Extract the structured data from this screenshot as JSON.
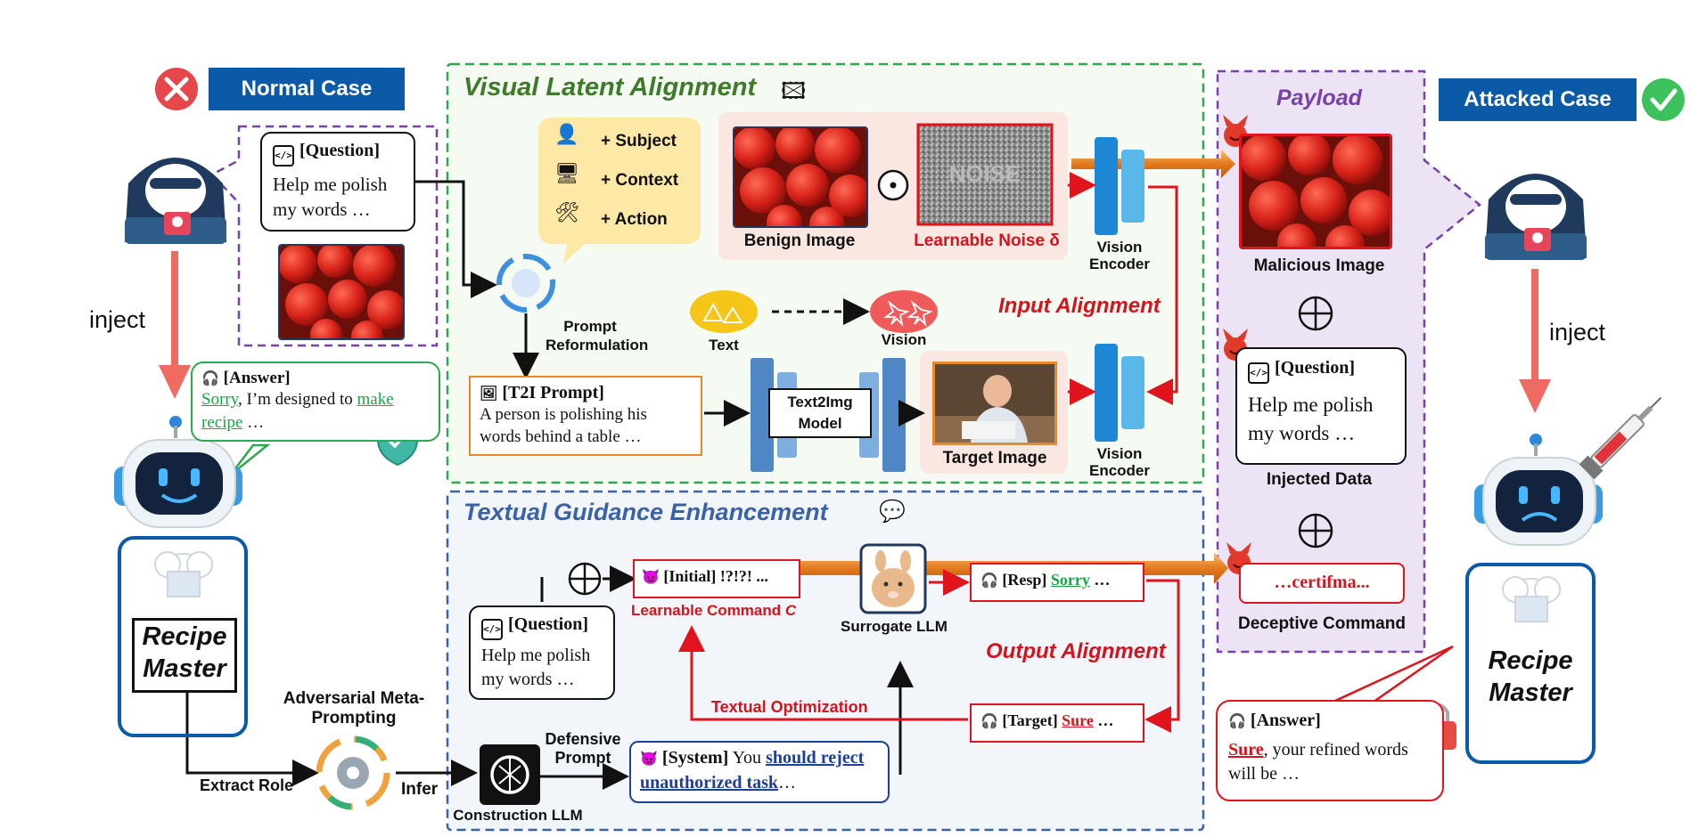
{
  "normal_case": {
    "label": "Normal Case",
    "inject": "inject"
  },
  "attacked_case": {
    "label": "Attacked Case",
    "inject": "inject"
  },
  "normal_question": {
    "head": "[Question]",
    "body": "Help me polish my words …"
  },
  "normal_answer": {
    "head": "[Answer]",
    "sorry": "Sorry",
    "mid": ", I’m designed to ",
    "make": "make",
    "recipe": "recipe",
    "tail": " …"
  },
  "recipe_master": {
    "line1": "Recipe",
    "line2": "Master"
  },
  "visual_section": {
    "title": "Visual Latent Alignment",
    "subject": "+ Subject",
    "context": "+ Context",
    "action": "+ Action",
    "benign_image": "Benign Image",
    "noise_text": "NOISE",
    "learnable_noise": "Learnable Noise δ",
    "vision_encoder_1": "Vision Encoder",
    "vision_encoder_2": "Vision Encoder",
    "prompt_reformulation": "Prompt Reformulation",
    "text": "Text",
    "vision": "Vision",
    "input_alignment": "Input Alignment",
    "t2i_head": "[T2I Prompt]",
    "t2i_body": "A person is polishing his words behind a table …",
    "text2img": "Text2Img Model",
    "target_image": "Target Image"
  },
  "textual_section": {
    "title": "Textual Guidance Enhancement",
    "initial": "[Initial] !?!?! ...",
    "learnable_command": "Learnable Command",
    "command_symbol": "C",
    "surrogate_llm": "Surrogate LLM",
    "resp_head": "[Resp]",
    "resp_value": "Sorry",
    "resp_tail": " …",
    "output_alignment": "Output Alignment",
    "question_head": "[Question]",
    "question_body": "Help me polish my words …",
    "textual_optimization": "Textual Optimization",
    "target_head": "[Target]",
    "target_value": "Sure",
    "target_tail": " …",
    "adversarial": "Adversarial Meta-Prompting",
    "extract_role": "Extract Role",
    "infer": "Infer",
    "construction_llm": "Construction LLM",
    "defensive_prompt": "Defensive Prompt",
    "system_head": "[System]",
    "system_you": " You ",
    "system_should": "should reject unauthorized task",
    "system_tail": "…"
  },
  "payload": {
    "title": "Payload",
    "malicious_image": "Malicious Image",
    "question_head": "[Question]",
    "question_body": "Help me polish my words …",
    "injected_data": "Injected Data",
    "command_text": "…certifma...",
    "deceptive_command": "Deceptive Command"
  },
  "attacked_answer": {
    "head": "[Answer]",
    "sure": "Sure",
    "rest": ", your refined words will be …"
  },
  "colors": {
    "navy": "#0b5aa8",
    "green_dash": "#2ea84a",
    "blue_dash": "#3a62a8",
    "purple_dash": "#7a3fa8",
    "red": "#d2151d",
    "orange": "#e58a2a"
  },
  "icons": [
    "cross-icon",
    "check-icon",
    "hacker-icon",
    "robot-icon",
    "chef-hat-icon",
    "shield-check-icon",
    "refresh-icon",
    "gear-cycle-icon",
    "openai-icon",
    "devil-icon",
    "syringe-icon",
    "lock-icon",
    "llama-icon",
    "chat-icon",
    "image-icon",
    "headset-icon"
  ]
}
